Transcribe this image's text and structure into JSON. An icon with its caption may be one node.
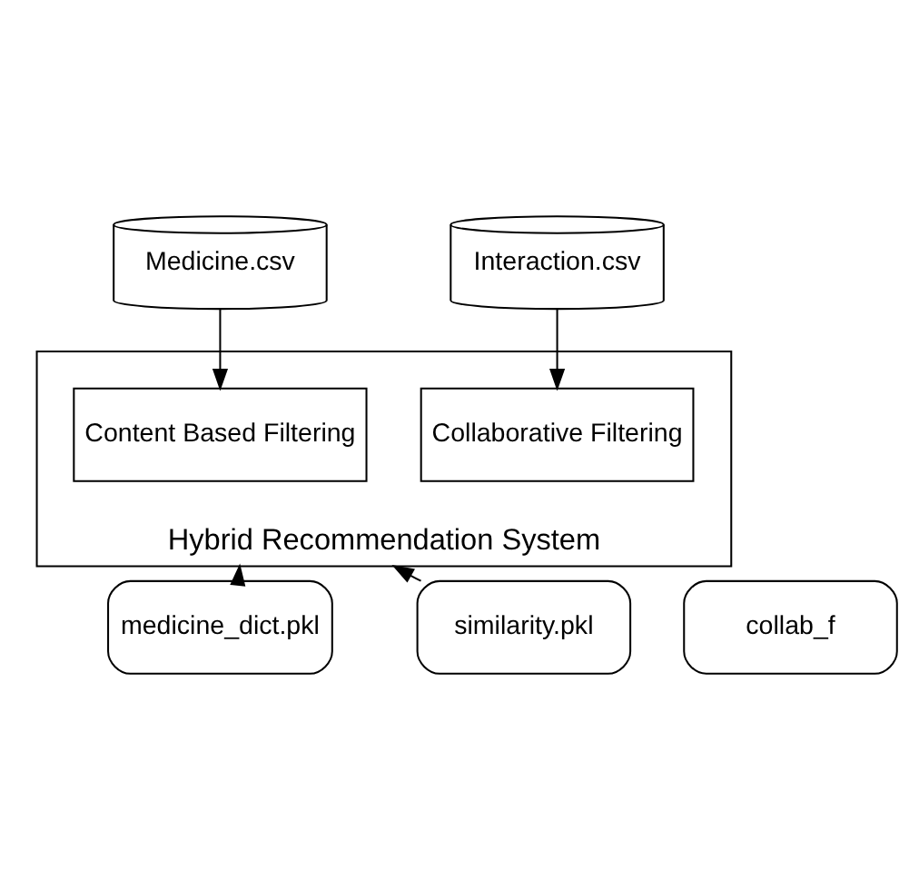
{
  "diagram": {
    "nodes": [
      {
        "text": [
          "Medicine.csv"
        ]
      },
      {
        "text": [
          "Interaction.csv"
        ]
      },
      {
        "text": [
          "Hybrid Recommendation System"
        ]
      },
      {
        "text": [
          "Content Based Filtering"
        ],
        "in": 2
      },
      {
        "text": [
          "Collaborative Filtering"
        ],
        "in": 2
      },
      {
        "text": [
          "medicine_dict.pkl"
        ]
      },
      {
        "text": [
          "similarity.pkl"
        ]
      },
      {
        "text": [
          "collab_f"
        ]
      }
    ],
    "edges": [
      {
        "from": 0,
        "to": 3,
        "arrow": "to"
      },
      {
        "from": 1,
        "to": 4,
        "arrow": "to"
      },
      {
        "from": 5,
        "to": 2,
        "arrow": "to"
      },
      {
        "from": 6,
        "to": 2,
        "arrow": "to"
      }
    ]
  }
}
